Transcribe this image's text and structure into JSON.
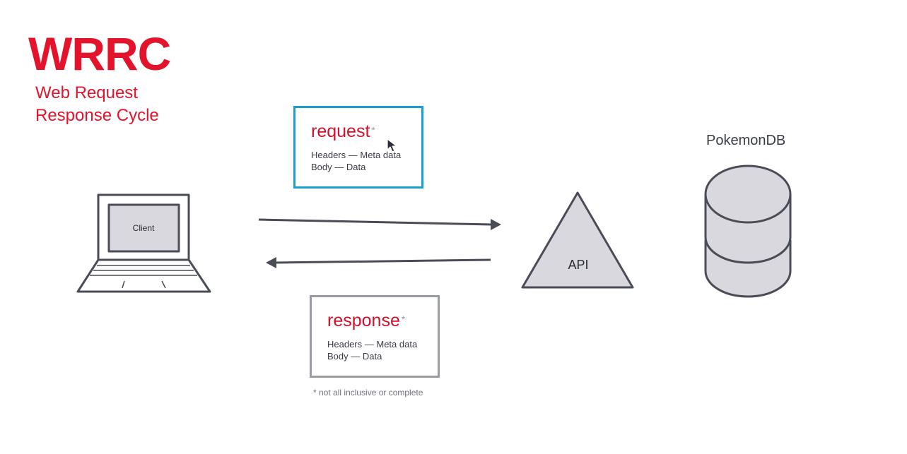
{
  "header": {
    "title": "WRRC",
    "subtitle_line1": "Web Request",
    "subtitle_line2": "Response Cycle"
  },
  "client": {
    "label": "Client"
  },
  "request": {
    "title": "request",
    "asterisk": "*",
    "line1": "Headers — Meta data",
    "line2": "Body — Data"
  },
  "response": {
    "title": "response",
    "asterisk": "*",
    "line1": "Headers — Meta data",
    "line2": "Body — Data"
  },
  "footnote": "* not all inclusive or complete",
  "api": {
    "label": "API"
  },
  "database": {
    "label": "PokemonDB"
  },
  "colors": {
    "accent_red": "#e3132b",
    "request_border": "#1a9fd0",
    "response_border": "#9a9ca3",
    "shape_fill": "#d8d8de",
    "outline": "#4a4d57"
  }
}
